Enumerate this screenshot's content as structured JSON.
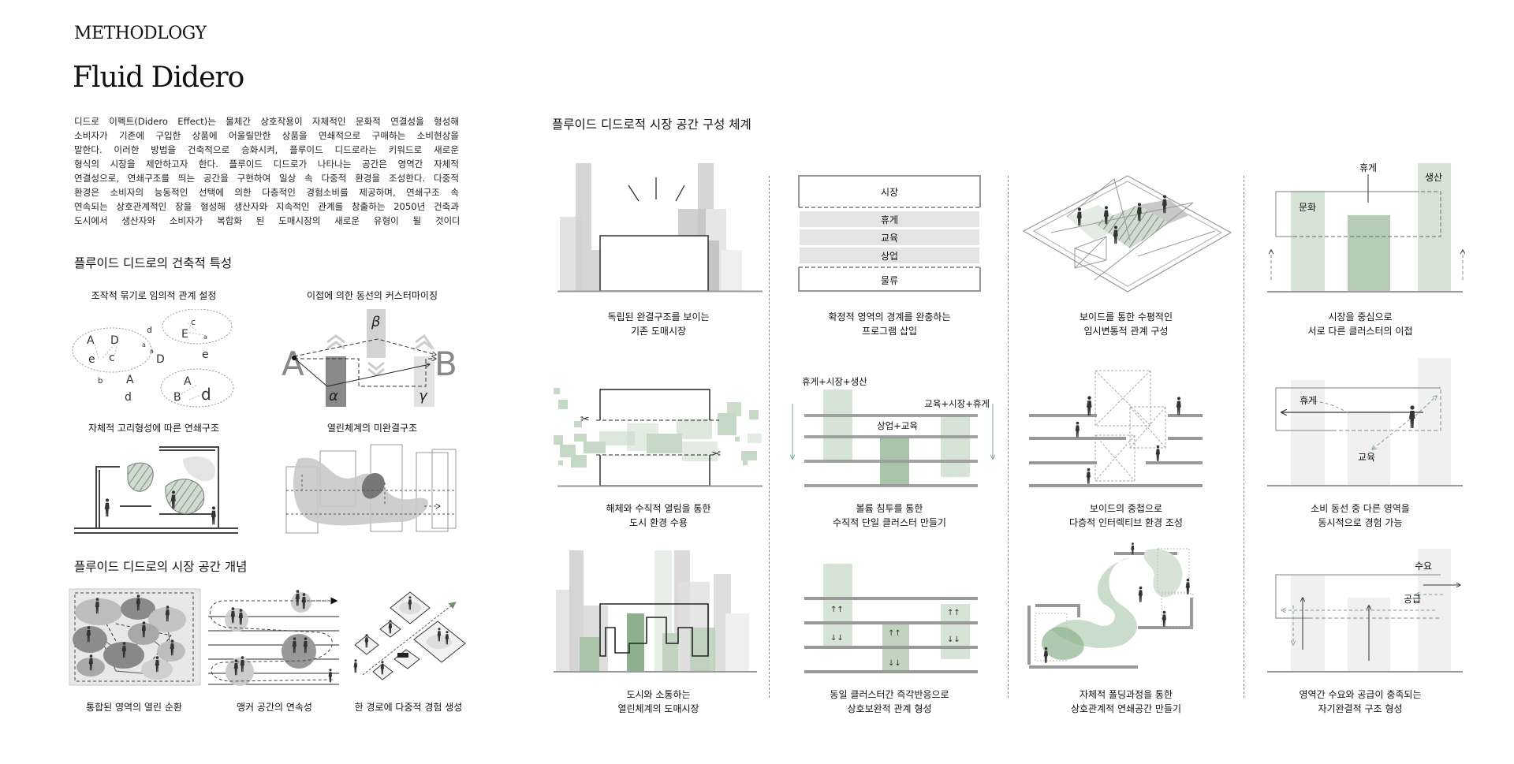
{
  "header": {
    "eyebrow": "METHODLOGY",
    "title": "Fluid Didero"
  },
  "intro": {
    "lines": [
      "디드로 이펙트(Didero Effect)는 물체간 상호작용이 자체적인 문화적 연결성을 형성해",
      "소비자가 기존에 구입한 상품에 어울릴만한 상품을 연쇄적으로 구매하는 소비현상을",
      "말한다. 이러한 방법을 건축적으로 승화시켜, 플루이드 디드로라는 키워드로 새로운",
      "형식의 시장을 제안하고자 한다. 플루이드 디드로가 나타나는 공간은 영역간 자체적",
      "연결성으로, 연쇄구조를 띄는 공간을 구현하여 일상 속 다중적 환경을 조성한다. 다중적",
      "환경은 소비자의 능동적인 선택에 의한 다층적인 경험소비를 제공하며, 연쇄구조 속",
      "연속되는 상호관계적인 장을 형성해 생산자와 지속적인 관계를 창출하는 2050년 건축과",
      "도시에서 생산자와 소비자가 복합화 된 도매시장의 새로운 유형이 될 것이다."
    ]
  },
  "characteristics": {
    "heading": "플루이드 디드로의 건축적 특성",
    "items": [
      {
        "caption": "조작적 묶기로 임의적 관계 설정"
      },
      {
        "caption": "이접에 의한 동선의 커스터마이징"
      },
      {
        "caption": "자체적 고리형성에 따른 연쇄구조"
      },
      {
        "caption": "열린체계의 미완결구조"
      }
    ],
    "letters": [
      "A",
      "D",
      "e",
      "c",
      "d",
      "E",
      "c",
      "a",
      "a",
      "D",
      "e",
      "b",
      "A",
      "d",
      "A",
      "B",
      "d",
      "a"
    ],
    "flow_letters": [
      "A",
      "B",
      "α",
      "β",
      "γ"
    ]
  },
  "concept": {
    "heading": "플루이드 디드로의 시장 공간 개념",
    "items": [
      {
        "caption": "통합된 영역의 열린 순환"
      },
      {
        "caption": "앵커 공간의 연속성"
      },
      {
        "caption": "한 경로에 다중적 경험 생성"
      }
    ]
  },
  "system": {
    "heading": "플루이드 디드로적 시장 공간 구성 체계",
    "cells": [
      {
        "caption": [
          "독립된 완결구조를 보이는",
          "기존 도매시장"
        ]
      },
      {
        "caption": [
          "확정적 영역의 경계를 완충하는",
          "프로그램 삽입"
        ]
      },
      {
        "caption": [
          "보이드를 통한 수평적인",
          "임시변통적 관계 구성"
        ]
      },
      {
        "caption": [
          "시장을 중심으로",
          "서로 다른 클러스터의 이접"
        ]
      },
      {
        "caption": [
          "해체와 수직적 열림을 통한",
          "도시 환경 수용"
        ]
      },
      {
        "caption": [
          "볼륨 침투를 통한",
          "수직적 단일 클러스터 만들기"
        ]
      },
      {
        "caption": [
          "보이드의 중첩으로",
          "다층적 인터렉티브 환경 조성"
        ]
      },
      {
        "caption": [
          "소비 동선 중 다른 영역을",
          "동시적으로 경험 가능"
        ]
      },
      {
        "caption": [
          "도시와 소통하는",
          "열린체계의 도매시장"
        ]
      },
      {
        "caption": [
          "동일 클러스터간 즉각반응으로",
          "상호보완적 관계 형성"
        ]
      },
      {
        "caption": [
          "자체적 폴딩과정을 통한",
          "상호관계적 연쇄공간 만들기"
        ]
      },
      {
        "caption": [
          "영역간 수요와 공급이 충족되는",
          "자기완결적 구조 형성"
        ]
      }
    ],
    "labels": {
      "program": [
        "시장",
        "휴게",
        "교육",
        "상업",
        "물류"
      ],
      "clusters": [
        "휴게",
        "생산",
        "문화"
      ],
      "volumes": [
        "휴게+시장+생산",
        "교육+시장+휴게",
        "상업+교육"
      ],
      "route": [
        "휴게",
        "교육"
      ],
      "supply": [
        "수요",
        "공급"
      ]
    }
  },
  "colors": {
    "green_light": "#d6e4d6",
    "green_mid": "#b4cdb4",
    "green_dark": "#8fb08f",
    "grey": "#cccccc"
  }
}
